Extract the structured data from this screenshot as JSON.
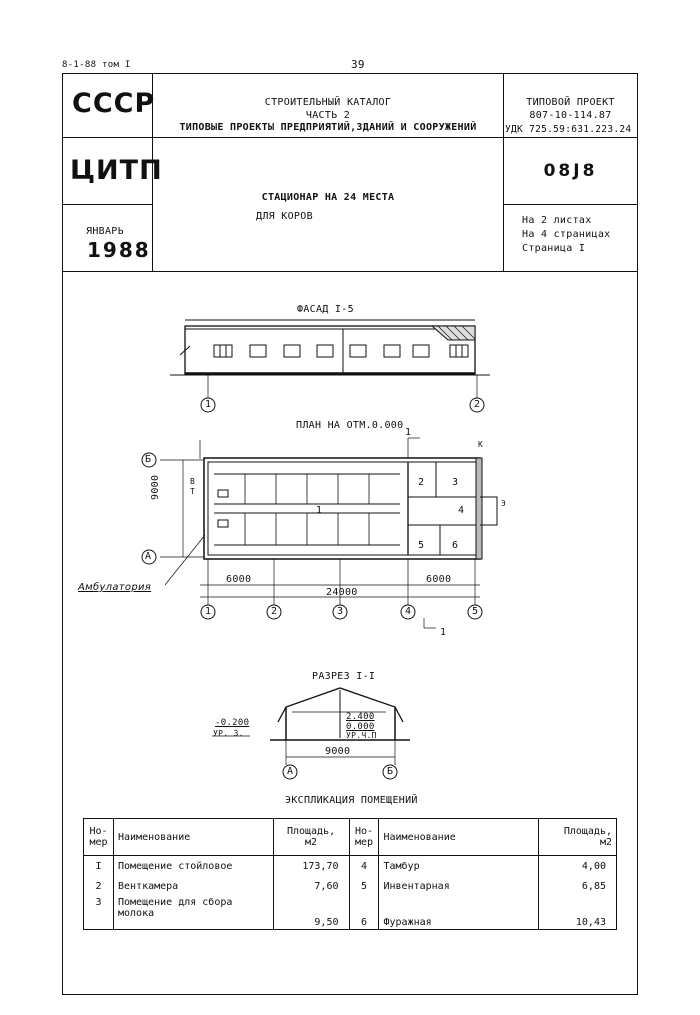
{
  "header": {
    "series": "8-1-88  том I",
    "page_number": "39"
  },
  "title_block": {
    "org1": "СССР",
    "org2": "ЦИТП",
    "month": "ЯНВАРЬ",
    "year": "1988",
    "catalog_line1": "СТРОИТЕЛЬНЫЙ КАТАЛОГ",
    "catalog_line2": "ЧАСТЬ 2",
    "catalog_line3": "ТИПОВЫЕ ПРОЕКТЫ ПРЕДПРИЯТИЙ,ЗДАНИЙ И СООРУЖЕНИЙ",
    "project_title_line1": "СТАЦИОНАР НА 24 МЕСТА",
    "project_title_line2": "ДЛЯ КОРОВ",
    "project_type": "ТИПОВОЙ ПРОЕКТ",
    "project_number": "807-10-114.87",
    "udk": "УДК 725.59:631.223.24",
    "code": "08J8",
    "sheets": "На 2 листах",
    "pages": "На 4 страницах",
    "page": "Страница I"
  },
  "drawings": {
    "facade_title": "ФАСАД I-5",
    "plan_title": "ПЛАН НА ОТМ.0.000",
    "section_title": "РАЗРЕЗ I-I",
    "ambulatory": "Амбулатория",
    "axis_labels": [
      "1",
      "2",
      "3",
      "4",
      "5"
    ],
    "row_axes": [
      "А",
      "Б"
    ],
    "dims": {
      "width": "9000",
      "left_span": "6000",
      "right_span": "6000",
      "total": "24000",
      "section_width": "9000"
    },
    "cut_mark": "1",
    "room_numbers": [
      "1",
      "2",
      "3",
      "4",
      "5",
      "6"
    ],
    "plan_marks": [
      "В",
      "Т",
      "К",
      "Э"
    ],
    "section_levels": [
      "-0.200",
      "УР. З.",
      "2.400",
      "0.000",
      "УР.Ч.П"
    ]
  },
  "explication": {
    "title": "ЭКСПЛИКАЦИЯ ПОМЕЩЕНИЙ",
    "headers": {
      "num": "Но-\nмер",
      "name": "Наименование",
      "area": "Площадь,\nм2"
    },
    "rows": [
      {
        "n1": "I",
        "name1": "Помещение стойловое",
        "a1": "173,70",
        "n2": "4",
        "name2": "Тамбур",
        "a2": "4,00"
      },
      {
        "n1": "2",
        "name1": "Венткамера",
        "a1": "7,60",
        "n2": "5",
        "name2": "Инвентарная",
        "a2": "6,85"
      },
      {
        "n1": "3",
        "name1": "Помещение для сбора молока",
        "a1": "9,50",
        "n2": "6",
        "name2": "Фуражная",
        "a2": "10,43"
      }
    ]
  }
}
